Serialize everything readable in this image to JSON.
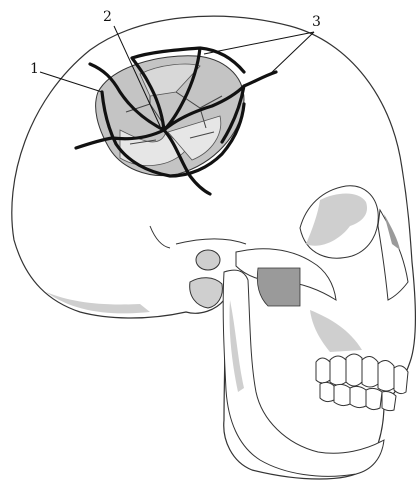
{
  "labels": {
    "label_1": "1",
    "label_2": "2",
    "label_3": "3"
  },
  "colors": {
    "outline": "#333333",
    "fracture": "#111111",
    "depressed_region": "#c4c4c4",
    "shadow": "#cfcfcf",
    "dark_shadow": "#9a9a9a",
    "bone": "#ffffff"
  }
}
